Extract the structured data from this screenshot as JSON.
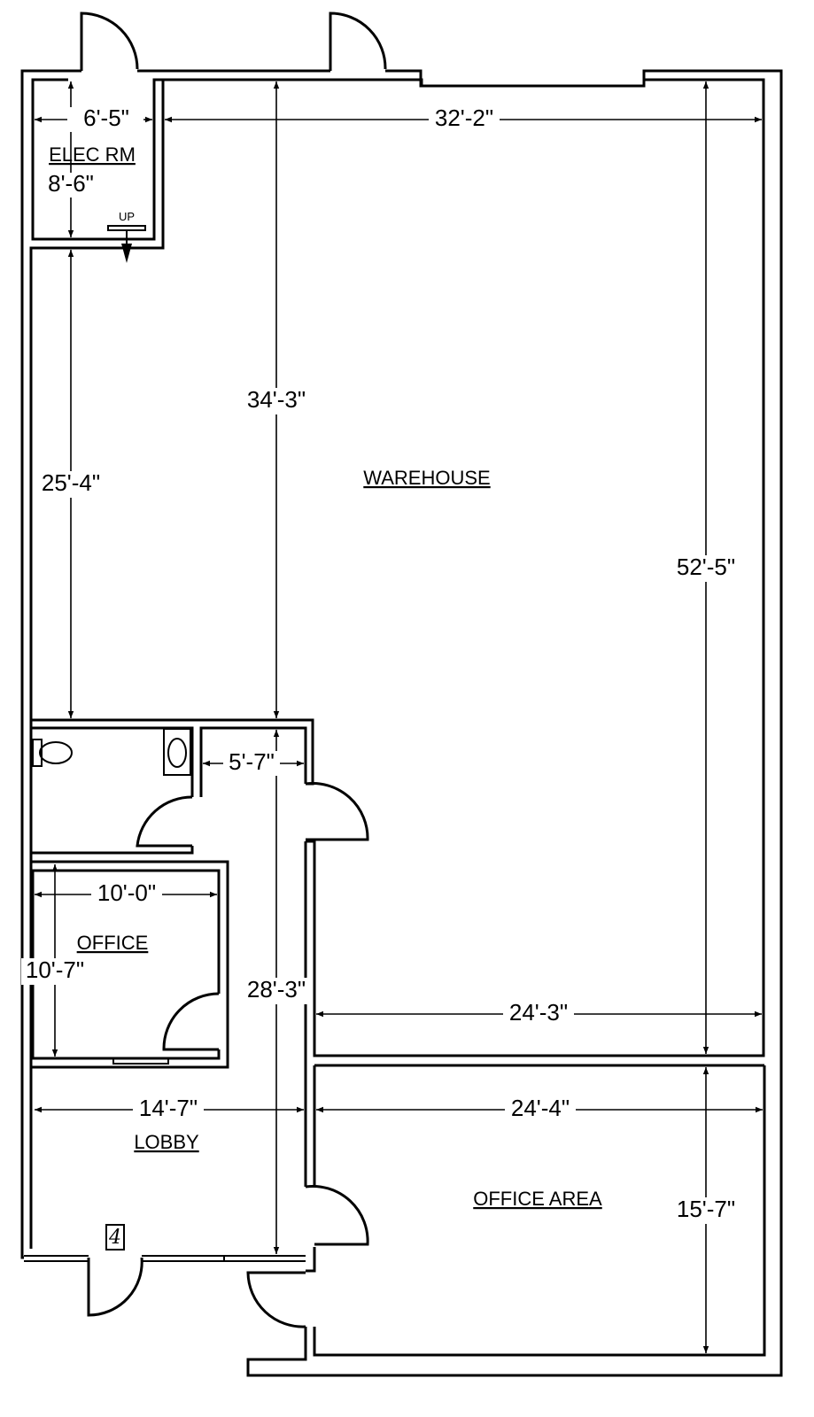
{
  "rooms": {
    "elec_rm": "ELEC RM",
    "warehouse": "WAREHOUSE",
    "office": "OFFICE",
    "lobby": "LOBBY",
    "office_area": "OFFICE AREA",
    "stair_up": "UP"
  },
  "unit_number": "4",
  "dimensions": {
    "elec_width": "6'-5\"",
    "elec_depth": "8'-6\"",
    "warehouse_width_top": "32'-2\"",
    "warehouse_mid_height": "34'-3\"",
    "side_height": "25'-4\"",
    "warehouse_height": "52'-5\"",
    "hall_width": "5'-7\"",
    "office_width": "10'-0\"",
    "office_depth": "10'-7\"",
    "corridor_length": "28'-3\"",
    "warehouse_width_bottom": "24'-3\"",
    "lobby_width": "14'-7\"",
    "office_area_width": "24'-4\"",
    "office_area_depth": "15'-7\""
  }
}
